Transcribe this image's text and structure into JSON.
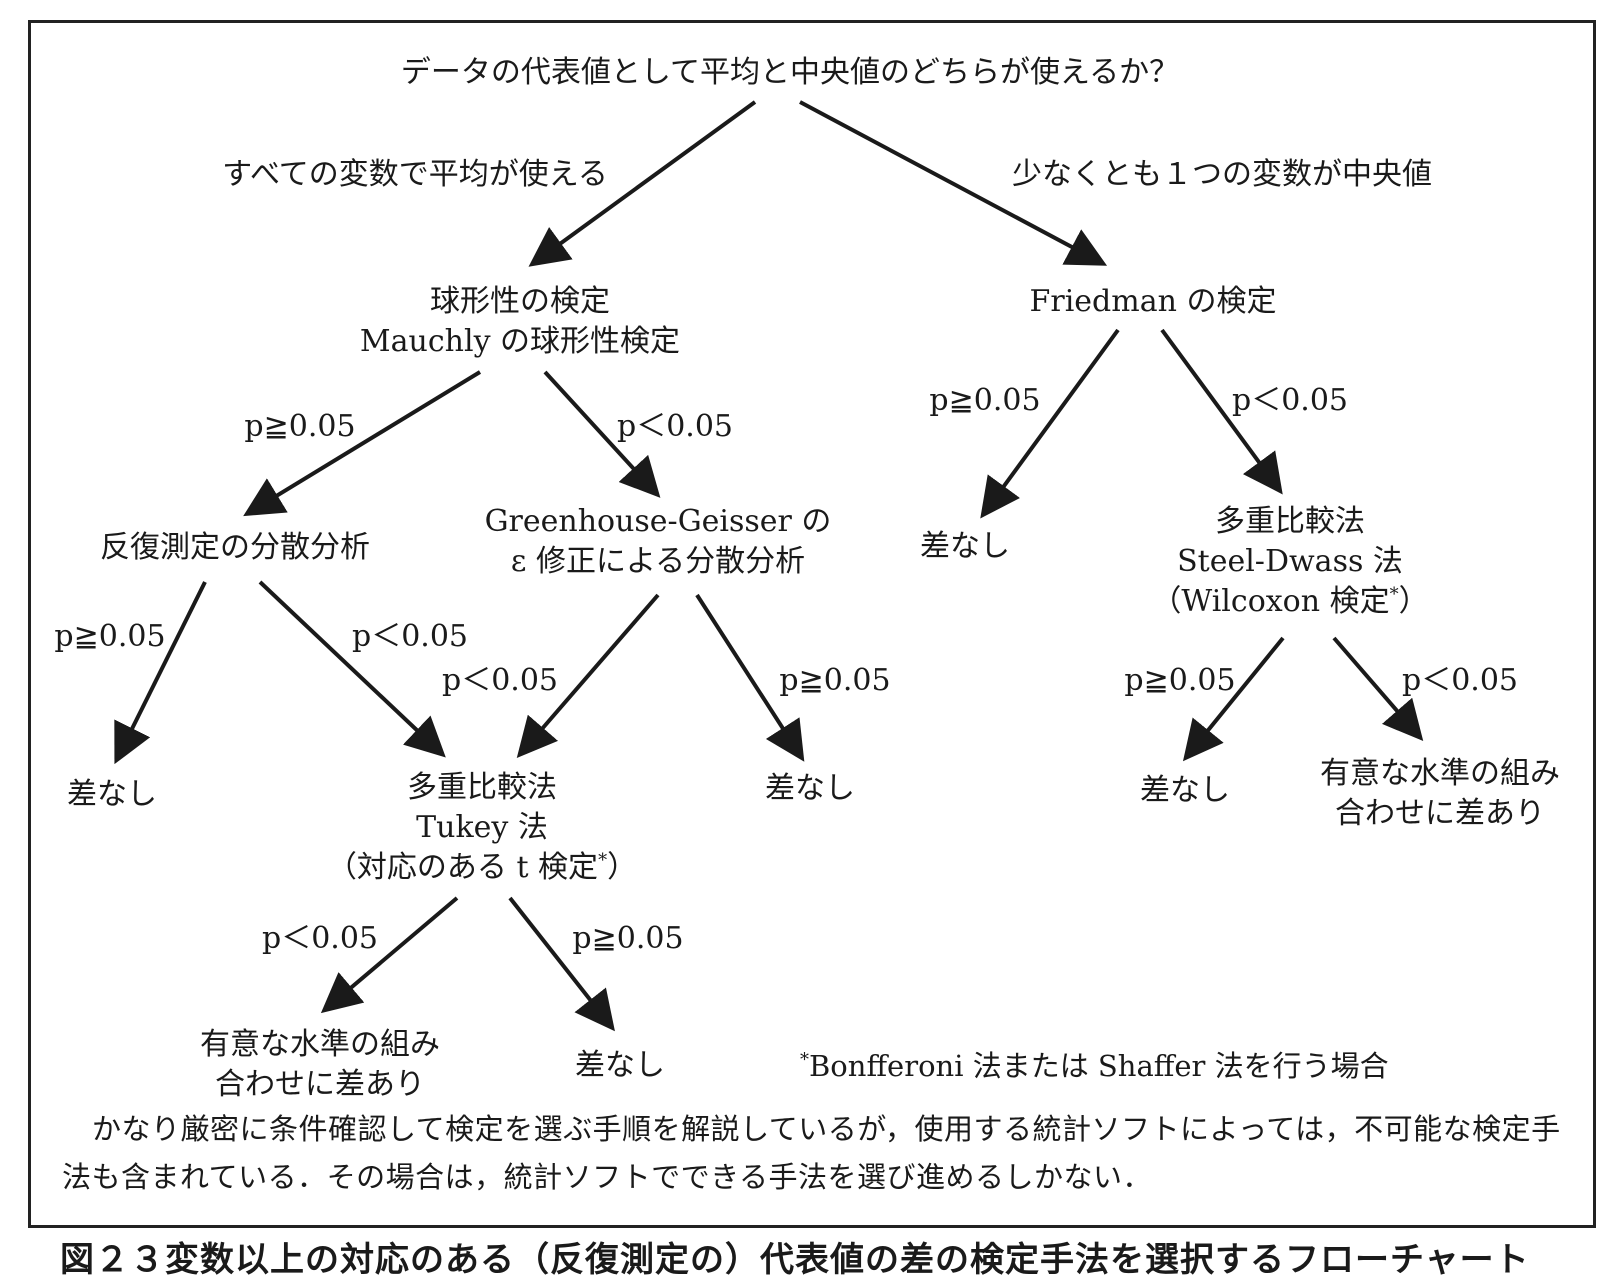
{
  "root_question": "データの代表値として平均と中央値のどちらが使えるか？",
  "branch_left": "すべての変数で平均が使える",
  "branch_right": "少なくとも１つの変数が中央値",
  "sphericity": {
    "line1": "球形性の検定",
    "line2": "Mauchly の球形性検定"
  },
  "friedman": "Friedman の検定",
  "anova": "反復測定の分散分析",
  "gg": {
    "line1": "Greenhouse-Geisser の",
    "line2": "ε 修正による分散分析"
  },
  "tukey": {
    "line1": "多重比較法",
    "line2": "Tukey 法",
    "line3_prefix": "（対応のある t 検定",
    "line3_suffix": "）"
  },
  "steel": {
    "line1": "多重比較法",
    "line2": "Steel-Dwass 法",
    "line3_prefix": "（Wilcoxon 検定",
    "line3_suffix": "）"
  },
  "asterisk": "*",
  "no_diff": "差なし",
  "sig_diff": {
    "line1": "有意な水準の組み",
    "line2": "合わせに差あり"
  },
  "p_ge": "p≧0.05",
  "p_lt": "p＜0.05",
  "footnote": "Bonfferoni 法または Shaffer 法を行う場合",
  "note": "かなり厳密に条件確認して検定を選ぶ手順を解説しているが，使用する統計ソフトによっては，不可能な検定手法も含まれている．その場合は，統計ソフトでできる手法を選び進めるしかない．",
  "caption": "図２３変数以上の対応のある（反復測定の）代表値の差の検定手法を選択するフローチャート"
}
